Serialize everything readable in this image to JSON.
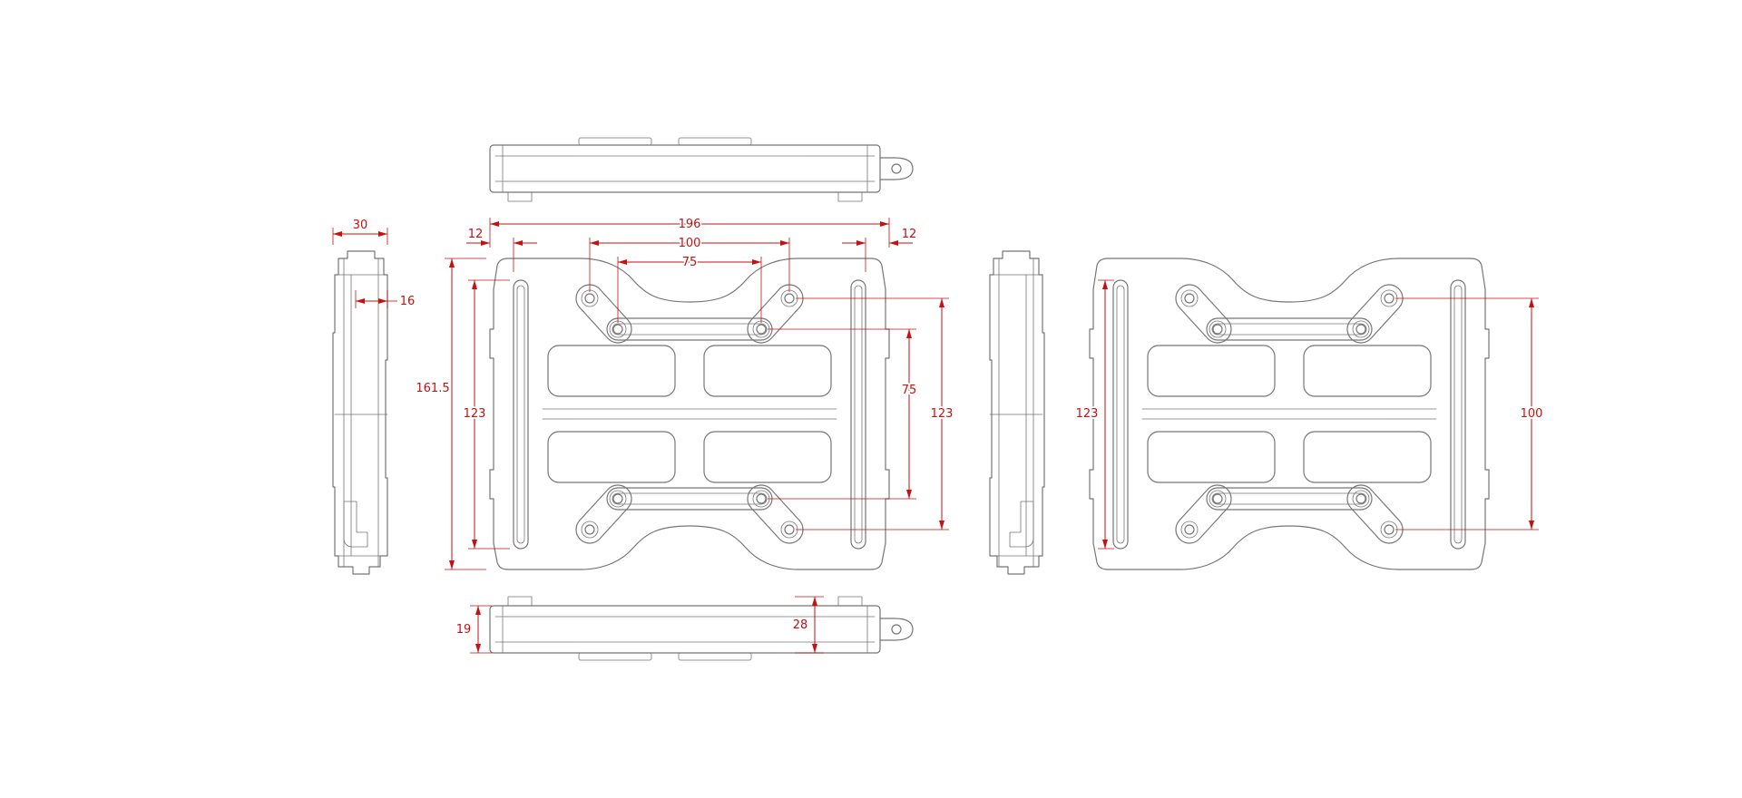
{
  "drawing": {
    "title": "multi-view technical drawing of mounting bracket plate",
    "line_color": "#767676",
    "dim_color": "#c41111",
    "background": "#ffffff",
    "views": {
      "side_left": "side profile view",
      "top": "top edge view",
      "front": "front view",
      "bottom": "bottom edge view",
      "side_right": "side profile view mirrored",
      "back": "back view"
    },
    "dims": {
      "d196": "196",
      "d100_top": "100",
      "d75_top": "75",
      "d12_left": "12",
      "d12_right": "12",
      "d30": "30",
      "d16": "16",
      "d161_5": "161.5",
      "d123_left": "123",
      "d75_right": "75",
      "d123_right": "123",
      "d19": "19",
      "d28": "28",
      "d123_back": "123",
      "d100_back": "100"
    }
  }
}
